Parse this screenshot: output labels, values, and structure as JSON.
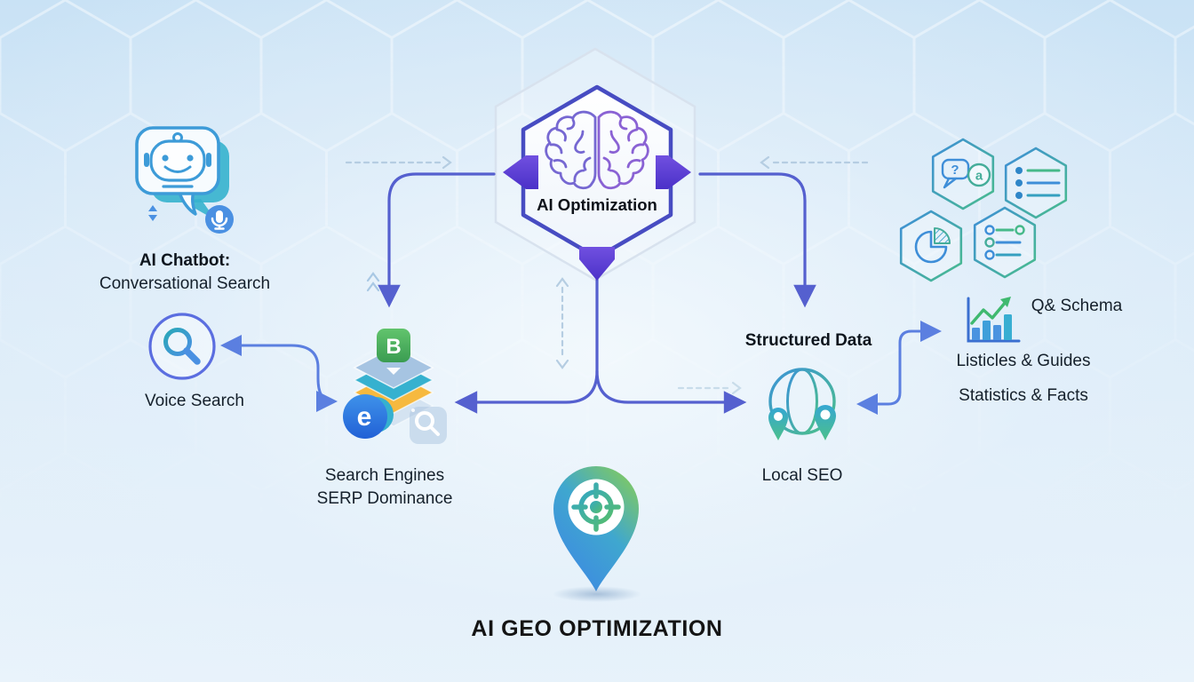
{
  "title": "AI GEO OPTIMIZATION",
  "center": {
    "label": "AI Optimization"
  },
  "nodes": {
    "chatbot": {
      "title": "AI Chatbot:",
      "subtitle": "Conversational Search"
    },
    "voice": {
      "label": "Voice Search"
    },
    "search_engines": {
      "line1": "Search Engines",
      "line2": "SERP Dominance",
      "badge_letter": "B",
      "engine_letter": "e"
    },
    "structured": {
      "label": "Structured Data"
    },
    "local_seo": {
      "label": "Local SEO"
    },
    "right_list": {
      "items": [
        "Q& Schema",
        "Listicles & Guides",
        "Statistics & Facts"
      ]
    },
    "qa_hex": {
      "q": "?",
      "a": "a"
    }
  },
  "icons": [
    "brain-icon",
    "chatbot-icon",
    "microphone-icon",
    "sort-arrows-icon",
    "voice-search-icon",
    "layer-stack-icon",
    "search-badge-b-icon",
    "search-engine-e-icon",
    "magnifier-tile-icon",
    "globe-pins-icon",
    "qa-bubbles-hex-icon",
    "bullet-list-hex-icon",
    "pie-chart-hex-icon",
    "checklist-hex-icon",
    "growth-chart-icon",
    "geo-pin-target-icon"
  ],
  "colors": {
    "hex_border": "#474cc2",
    "brain": "#7b64d4",
    "connector_indigo": "#5560cf",
    "connector_blue": "#5b7fe0",
    "dashed": "#b5cde2",
    "chat_blue": "#3d9bd8",
    "chat_teal": "#35b2cd",
    "badge_green": "#4fae5e",
    "engine_blue": "#2f7de0",
    "layer_yellow": "#f6b93f",
    "layer_teal": "#36b1cf",
    "globe_gradient": [
      "#3b93d6",
      "#4cc08a"
    ],
    "pin_gradient": [
      "#82ca5f",
      "#3fa7cf",
      "#3e86e4"
    ],
    "background": "#d3e7f7"
  }
}
